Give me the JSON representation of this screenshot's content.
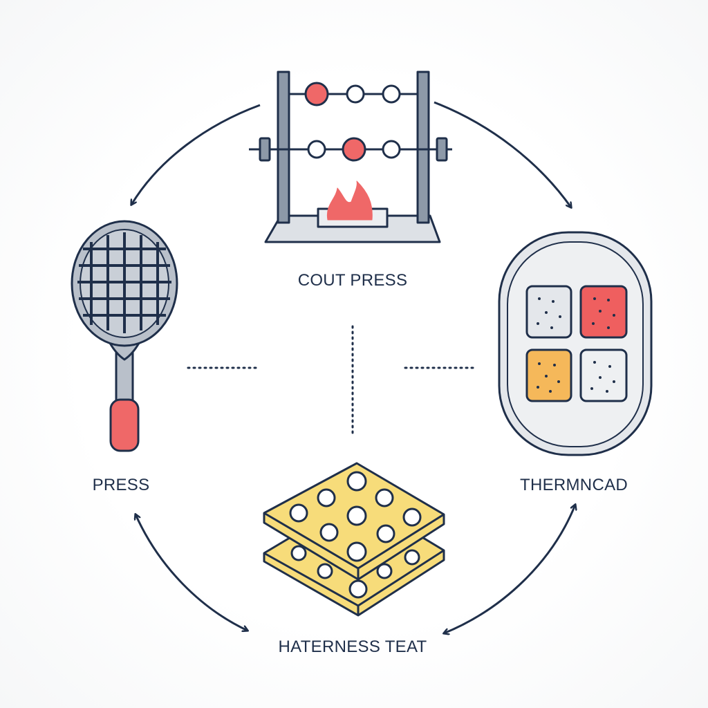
{
  "labels": {
    "top": "COUT PRESS",
    "left": "PRESS",
    "right": "THERMNCAD",
    "bottom": "HATERNESS TEAT"
  },
  "icons": {
    "top": "abacus-press-icon",
    "left": "racket-icon",
    "right": "sample-tray-icon",
    "bottom": "stacked-waffle-sheet-icon"
  },
  "colors": {
    "ink": "#1f2f4a",
    "accent_red": "#ef6868",
    "accent_orange": "#f5b85a",
    "accent_yellow": "#f7dc7a",
    "gray_fill": "#dde1e6"
  }
}
